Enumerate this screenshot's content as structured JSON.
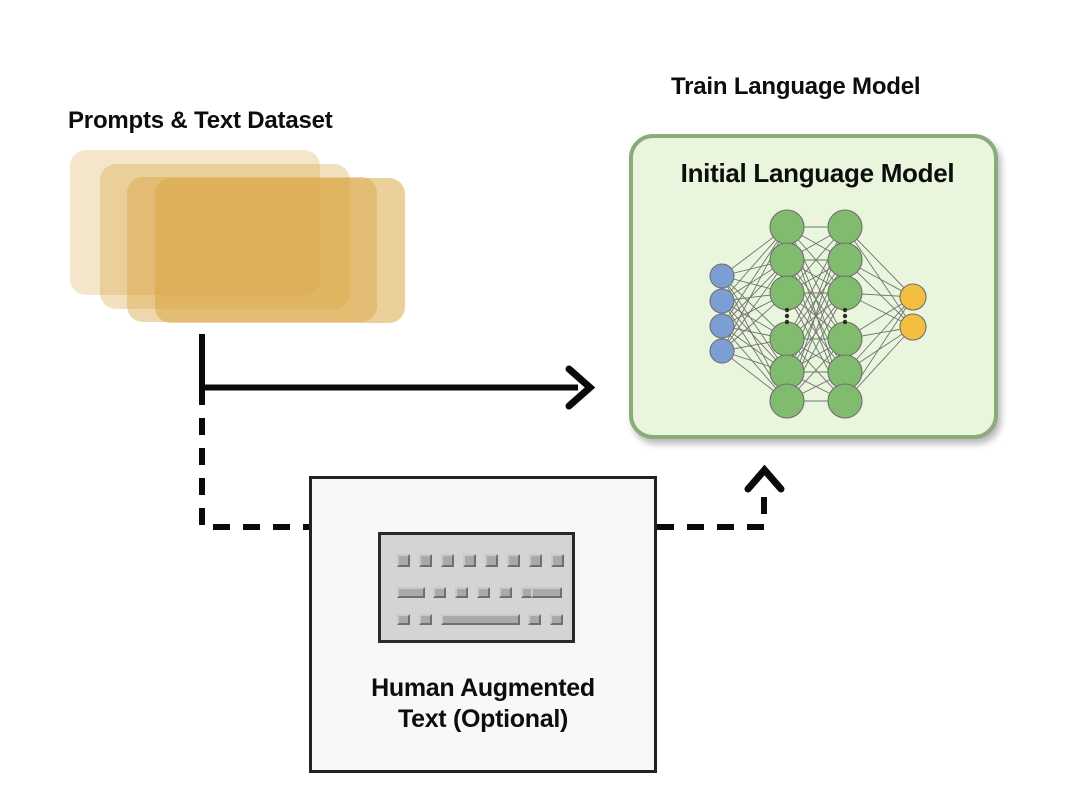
{
  "diagram": {
    "title_dataset": "Prompts & Text Dataset",
    "title_train": "Train Language Model",
    "title_model": "Initial Language Model",
    "caption_human_line1": "Human Augmented",
    "caption_human_line2": "Text (Optional)",
    "colors": {
      "card_fill": "#d9a441",
      "panel_fill": "#e9f6dd",
      "panel_border": "#8aab7a",
      "node_input": "#7b9fd4",
      "node_hidden": "#81bb6e",
      "node_output": "#f4bf3f",
      "edge": "#5b5b5b",
      "arrow": "#0a0a0a",
      "box_fill": "#f8f8f8",
      "box_border": "#222222",
      "keyboard_body": "#d4d4d4",
      "key_fill": "#a9a9a9"
    },
    "cards": [
      {
        "name": "dataset-card-1",
        "opacity": 0.28
      },
      {
        "name": "dataset-card-2",
        "opacity": 0.34
      },
      {
        "name": "dataset-card-3",
        "opacity": 0.44
      },
      {
        "name": "dataset-card-4",
        "opacity": 0.52
      }
    ],
    "network": {
      "input_layer_count": 4,
      "hidden_layer_1_count": 6,
      "hidden_layer_2_count": 6,
      "output_layer_count": 2,
      "hidden_ellipsis": true,
      "ellipsis_glyph": "⋮"
    },
    "keyboard": {
      "row1_keys": 8,
      "row2_keys": 7,
      "row3_keys": 5,
      "has_spacebar": true
    },
    "edges": [
      {
        "name": "dataset-to-model",
        "style": "solid",
        "direction": "right"
      },
      {
        "name": "dataset-to-human",
        "style": "dashed",
        "direction": "down-right"
      },
      {
        "name": "human-to-model",
        "style": "dashed",
        "direction": "up"
      }
    ]
  }
}
